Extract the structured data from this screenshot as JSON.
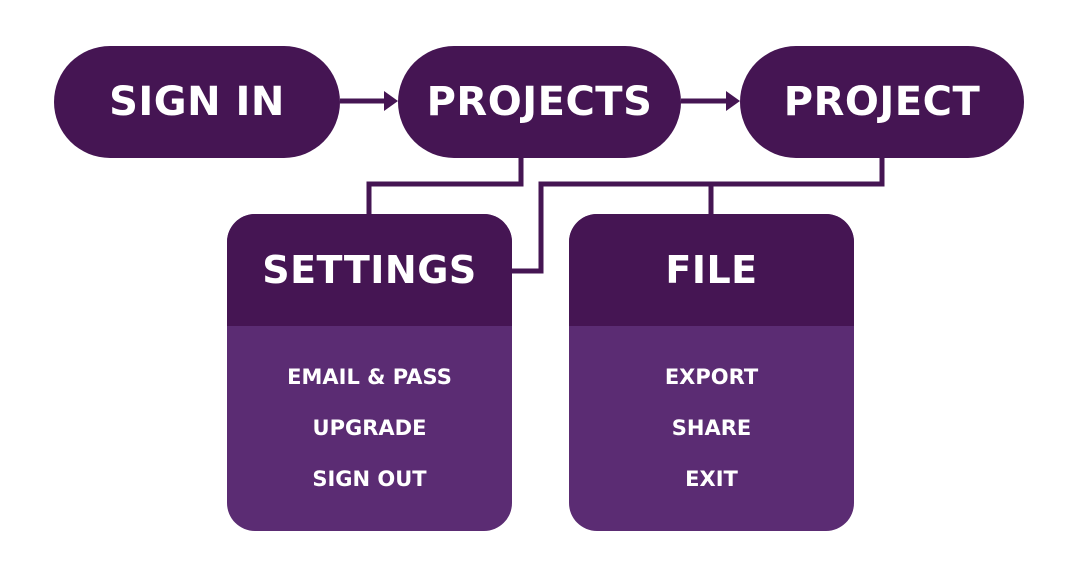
{
  "colors": {
    "dark_purple": "#451553",
    "light_purple": "#5b2c73",
    "text": "#ffffff",
    "background": "#ffffff"
  },
  "flow": {
    "steps": [
      "SIGN IN",
      "PROJECTS",
      "PROJECT"
    ]
  },
  "settings": {
    "title": "SETTINGS",
    "items": [
      "EMAIL & PASS",
      "UPGRADE",
      "SIGN OUT"
    ]
  },
  "file": {
    "title": "FILE",
    "items": [
      "EXPORT",
      "SHARE",
      "EXIT"
    ]
  }
}
